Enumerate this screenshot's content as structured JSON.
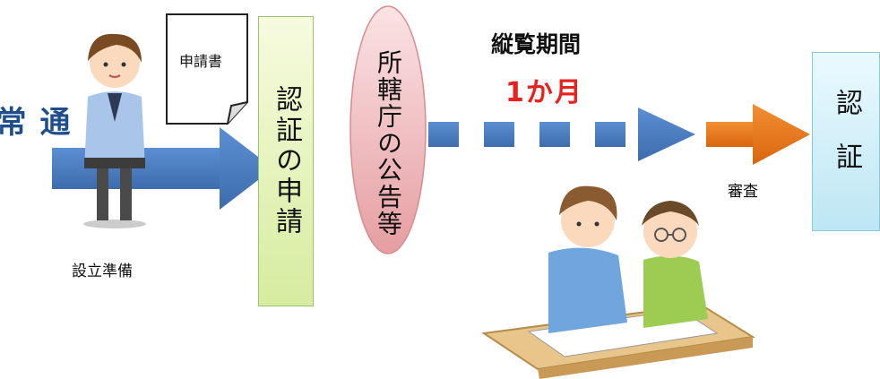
{
  "route_label": "通常",
  "figure_caption": "設立準備",
  "document_label": "申請書",
  "application_label": "認証の申請",
  "notice_label": "所轄庁の公告等",
  "inspection": {
    "title": "縦覧期間",
    "duration": "1か月"
  },
  "review_label": "審査",
  "certification_label": "認証",
  "colors": {
    "arrow_blue": "#4a7ec3",
    "arrow_orange": "#e8761d",
    "highlight_red": "#e8231f",
    "route_blue": "#1f4e8c",
    "application_green": "#d6ec9f",
    "notice_pink": "#f2b9bb",
    "certification_cyan": "#bde6f3"
  }
}
